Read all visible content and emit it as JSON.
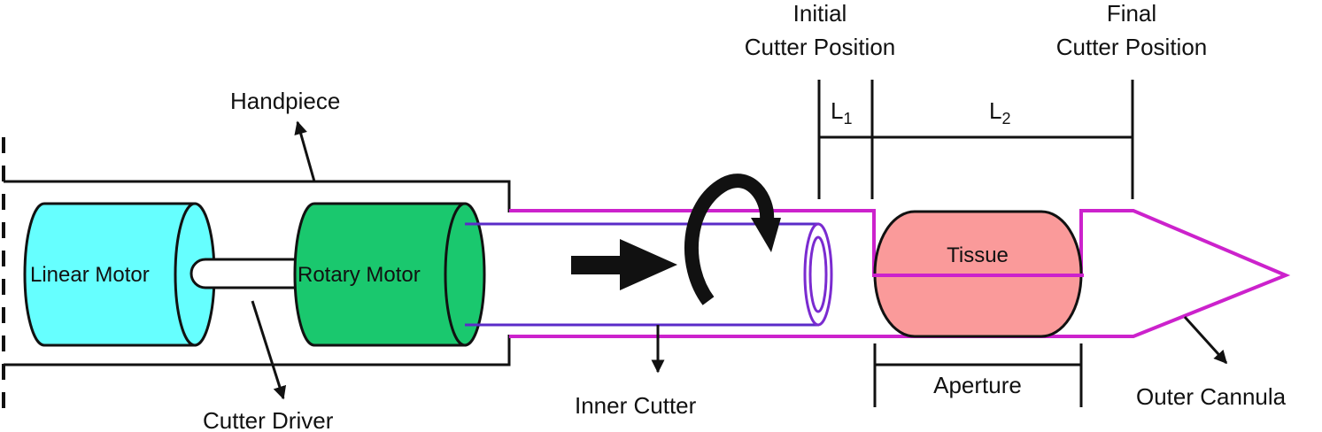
{
  "labels": {
    "handpiece": "Handpiece",
    "linear_motor": "Linear Motor",
    "rotary_motor": "Rotary Motor",
    "cutter_driver": "Cutter Driver",
    "inner_cutter": "Inner Cutter",
    "tissue": "Tissue",
    "aperture": "Aperture",
    "outer_cannula": "Outer Cannula",
    "initial_position_line1": "Initial",
    "initial_position_line2": "Cutter Position",
    "final_position_line1": "Final",
    "final_position_line2": "Cutter Position",
    "l1_letter": "L",
    "l1_sub": "1",
    "l2_letter": "L",
    "l2_sub": "2"
  },
  "colors": {
    "linear_motor": "#66FFFF",
    "rotary_motor": "#1AC86E",
    "tissue": "#FA9A9A",
    "outer_cannula": "#CC22CC",
    "inner_cutter": "#5A2BC8",
    "outline": "#111111"
  }
}
